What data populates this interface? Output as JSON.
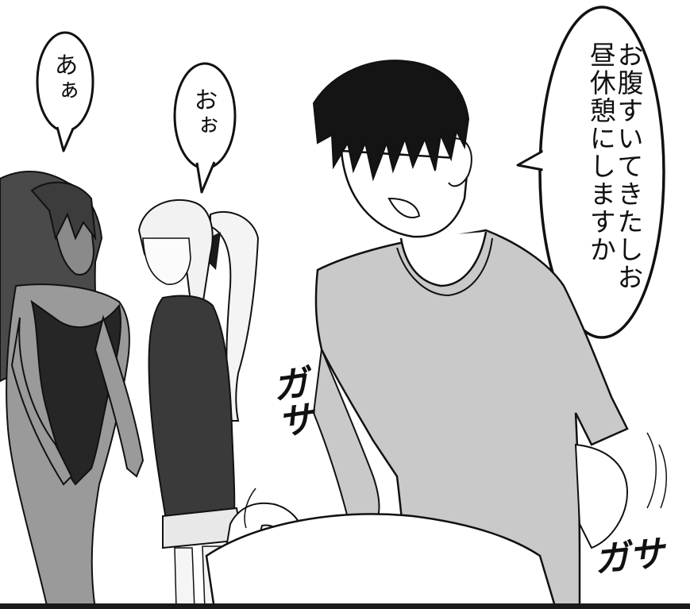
{
  "speech": {
    "left_girl": "あぁ",
    "middle_girl": "おぉ",
    "man": "お腹すいてきたしお昼休憩にしますか"
  },
  "sound_effects": {
    "center": "ガサ",
    "bottom_right": "ガサ"
  }
}
